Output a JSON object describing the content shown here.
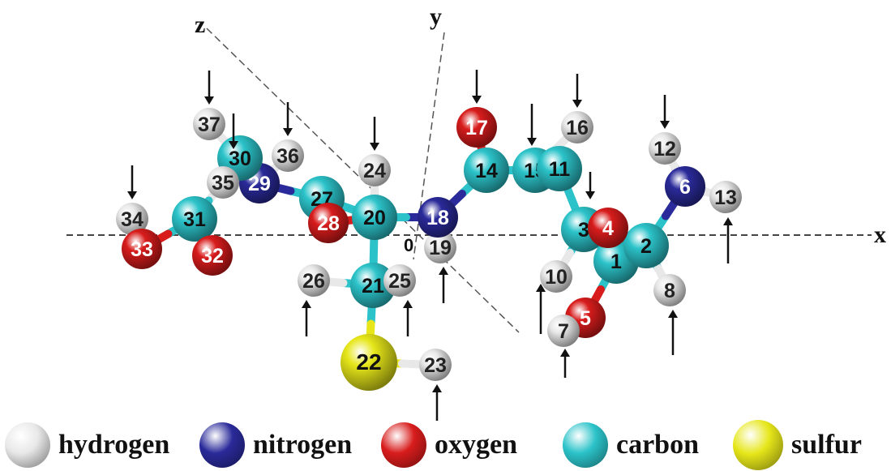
{
  "axes": {
    "x": "x",
    "y": "y",
    "z": "z",
    "origin": "0"
  },
  "colors": {
    "hydrogen": "#e8e8e8",
    "nitrogen": "#2a2a9a",
    "oxygen": "#d81c1c",
    "carbon": "#2bc3c9",
    "sulfur": "#e6e61a"
  },
  "atoms": [
    {
      "label": "1",
      "element": "carbon"
    },
    {
      "label": "2",
      "element": "carbon"
    },
    {
      "label": "3",
      "element": "carbon"
    },
    {
      "label": "4",
      "element": "oxygen"
    },
    {
      "label": "5",
      "element": "oxygen"
    },
    {
      "label": "6",
      "element": "nitrogen"
    },
    {
      "label": "7",
      "element": "hydrogen"
    },
    {
      "label": "8",
      "element": "hydrogen"
    },
    {
      "label": "10",
      "element": "hydrogen"
    },
    {
      "label": "11",
      "element": "carbon"
    },
    {
      "label": "12",
      "element": "hydrogen"
    },
    {
      "label": "13",
      "element": "hydrogen"
    },
    {
      "label": "14",
      "element": "carbon"
    },
    {
      "label": "15",
      "element": "carbon"
    },
    {
      "label": "16",
      "element": "hydrogen"
    },
    {
      "label": "17",
      "element": "oxygen"
    },
    {
      "label": "18",
      "element": "nitrogen"
    },
    {
      "label": "19",
      "element": "hydrogen"
    },
    {
      "label": "20",
      "element": "carbon"
    },
    {
      "label": "21",
      "element": "carbon"
    },
    {
      "label": "22",
      "element": "sulfur"
    },
    {
      "label": "23",
      "element": "hydrogen"
    },
    {
      "label": "24",
      "element": "hydrogen"
    },
    {
      "label": "25",
      "element": "hydrogen"
    },
    {
      "label": "26",
      "element": "hydrogen"
    },
    {
      "label": "27",
      "element": "carbon"
    },
    {
      "label": "28",
      "element": "oxygen"
    },
    {
      "label": "29",
      "element": "nitrogen"
    },
    {
      "label": "30",
      "element": "carbon"
    },
    {
      "label": "31",
      "element": "carbon"
    },
    {
      "label": "32",
      "element": "oxygen"
    },
    {
      "label": "33",
      "element": "oxygen"
    },
    {
      "label": "34",
      "element": "hydrogen"
    },
    {
      "label": "35",
      "element": "hydrogen"
    },
    {
      "label": "36",
      "element": "hydrogen"
    },
    {
      "label": "37",
      "element": "hydrogen"
    }
  ],
  "bonds": [
    [
      "1",
      "2"
    ],
    [
      "1",
      "3"
    ],
    [
      "2",
      "4"
    ],
    [
      "3",
      "4"
    ],
    [
      "1",
      "5"
    ],
    [
      "5",
      "7"
    ],
    [
      "2",
      "6"
    ],
    [
      "6",
      "12"
    ],
    [
      "6",
      "13"
    ],
    [
      "2",
      "8"
    ],
    [
      "3",
      "10"
    ],
    [
      "3",
      "11"
    ],
    [
      "11",
      "15"
    ],
    [
      "15",
      "16"
    ],
    [
      "14",
      "15"
    ],
    [
      "14",
      "17"
    ],
    [
      "14",
      "18"
    ],
    [
      "18",
      "19"
    ],
    [
      "18",
      "20"
    ],
    [
      "20",
      "24"
    ],
    [
      "20",
      "21"
    ],
    [
      "21",
      "25"
    ],
    [
      "21",
      "26"
    ],
    [
      "21",
      "22"
    ],
    [
      "22",
      "23"
    ],
    [
      "20",
      "28"
    ],
    [
      "20",
      "27"
    ],
    [
      "27",
      "29"
    ],
    [
      "29",
      "36"
    ],
    [
      "29",
      "35"
    ],
    [
      "35",
      "31"
    ],
    [
      "30",
      "35"
    ],
    [
      "30",
      "37"
    ],
    [
      "31",
      "32"
    ],
    [
      "31",
      "33"
    ],
    [
      "33",
      "34"
    ]
  ],
  "arrow_targets": [
    "37",
    "30",
    "36",
    "34",
    "24",
    "26",
    "25",
    "19",
    "23",
    "17",
    "16",
    "15",
    "12",
    "13",
    "10",
    "7",
    "8",
    "4"
  ],
  "legend": [
    {
      "element": "hydrogen",
      "label": "hydrogen"
    },
    {
      "element": "nitrogen",
      "label": "nitrogen"
    },
    {
      "element": "oxygen",
      "label": "oxygen"
    },
    {
      "element": "carbon",
      "label": "carbon"
    },
    {
      "element": "sulfur",
      "label": "sulfur"
    }
  ]
}
